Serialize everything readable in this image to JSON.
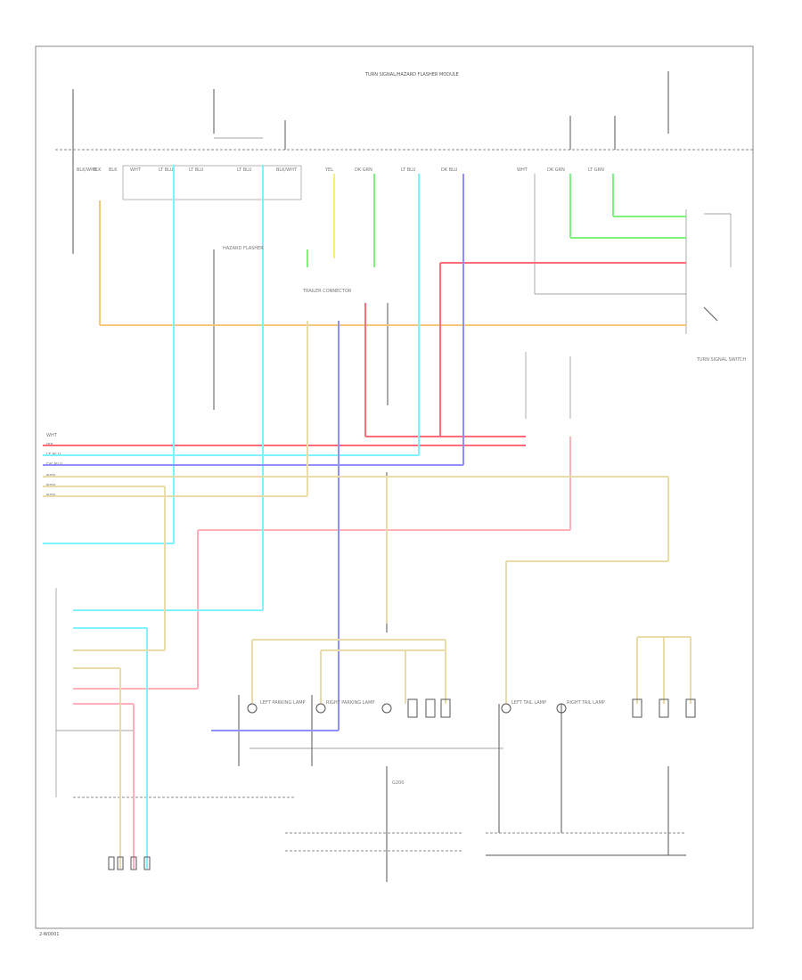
{
  "diagram": {
    "header_label": "TURN SIGNAL/HAZARD FLASHER MODULE",
    "footer_id": "2-W0001",
    "colors": {
      "orange": "#f5c77a",
      "yellow": "#f7f070",
      "lt_blue": "#7ef3ff",
      "red": "#ff6b7a",
      "pink": "#ffb0b8",
      "green": "#7df27d",
      "dk_blue": "#8f8fff",
      "tan": "#e9dca8",
      "wire": "#555555"
    },
    "connectors_top": [
      {
        "id": "c1",
        "label": "BLK/WHT"
      },
      {
        "id": "c2",
        "label": "BLK"
      },
      {
        "id": "c3",
        "label": "BLK"
      },
      {
        "id": "c4",
        "label": "WHT"
      },
      {
        "id": "c5",
        "label": "LT BLU"
      },
      {
        "id": "c6",
        "label": "LT BLU"
      },
      {
        "id": "c7",
        "label": "LT BLU"
      },
      {
        "id": "c8",
        "label": "BLK/WHT"
      },
      {
        "id": "c9",
        "label": "YEL"
      },
      {
        "id": "c10",
        "label": "DK GRN"
      },
      {
        "id": "c11",
        "label": "LT BLU"
      },
      {
        "id": "c12",
        "label": "DK BLU"
      },
      {
        "id": "c13",
        "label": "WHT"
      },
      {
        "id": "c14",
        "label": "DK GRN"
      },
      {
        "id": "c15",
        "label": "LT GRN"
      }
    ],
    "left_labels": [
      {
        "id": "l1",
        "label": "WHT"
      },
      {
        "id": "l2",
        "label": "PPL"
      },
      {
        "id": "l3",
        "label": "LT BLU"
      },
      {
        "id": "l4",
        "label": "DK BLU"
      },
      {
        "id": "l5",
        "label": "BRN"
      },
      {
        "id": "l6",
        "label": "BRN"
      },
      {
        "id": "l7",
        "label": "BRN"
      }
    ],
    "components": [
      {
        "id": "flasher",
        "label": "HAZARD FLASHER"
      },
      {
        "id": "trailer",
        "label": "TRAILER CONNECTOR"
      },
      {
        "id": "switch",
        "label": "TURN SIGNAL SWITCH"
      },
      {
        "id": "lamp_lf",
        "label": "LEFT PARKING LAMP"
      },
      {
        "id": "lamp_rf",
        "label": "RIGHT PARKING LAMP"
      },
      {
        "id": "lamp_lr",
        "label": "LEFT TAIL LAMP"
      },
      {
        "id": "lamp_rr",
        "label": "RIGHT TAIL LAMP"
      },
      {
        "id": "grounds",
        "label": "G200"
      }
    ]
  }
}
